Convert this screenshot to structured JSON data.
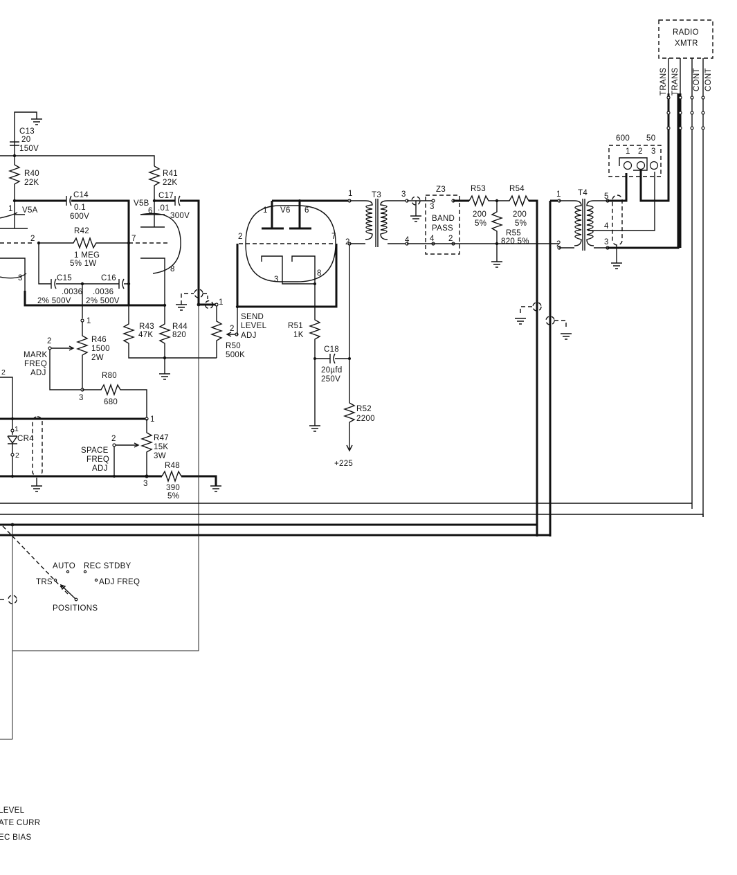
{
  "title": "Transmitter/keyer schematic (partial)",
  "components": {
    "c13": {
      "ref": "C13",
      "value": "20",
      "rating": "150V"
    },
    "r40": {
      "ref": "R40",
      "value": "22K"
    },
    "r41": {
      "ref": "R41",
      "value": "22K"
    },
    "c14": {
      "ref": "C14",
      "value": "0.1",
      "rating": "600V"
    },
    "c17": {
      "ref": "C17",
      "value": ".01",
      "rating": "300V"
    },
    "v5a": {
      "ref": "V5A",
      "pin1": "1",
      "pin2": "2",
      "pin3": "3"
    },
    "v5b": {
      "ref": "V5B",
      "pin6": "6",
      "pin7": "7",
      "pin8": "8"
    },
    "r42": {
      "ref": "R42",
      "value": "1 MEG",
      "rating": "5%   1W"
    },
    "c15": {
      "ref": "C15",
      "value": ".0036",
      "rating": "2%  500V"
    },
    "c16": {
      "ref": "C16",
      "value": ".0036",
      "rating": "2%  500V"
    },
    "r43": {
      "ref": "R43",
      "value": "47K"
    },
    "r44": {
      "ref": "R44",
      "value": "820"
    },
    "r46": {
      "ref": "R46",
      "value": "1500",
      "rating": "2W",
      "pin1": "1",
      "pin2": "2",
      "pin3": "3"
    },
    "mark_adj": {
      "line1": "MARK",
      "line2": "FREQ",
      "line3": "ADJ"
    },
    "r80": {
      "ref": "R80",
      "value": "680"
    },
    "r47": {
      "ref": "R47",
      "value": "15K",
      "rating": "3W",
      "pin1": "1",
      "pin2": "2",
      "pin3": "3"
    },
    "space_adj": {
      "line1": "SPACE",
      "line2": "FREQ",
      "line3": "ADJ"
    },
    "r48": {
      "ref": "R48",
      "value": "390",
      "rating": "5%"
    },
    "cr4": {
      "ref": "CR4",
      "pin1": "1",
      "pin2": "2"
    },
    "left_pin": "2",
    "r50": {
      "ref": "R50",
      "value": "500K",
      "pin1": "1",
      "pin2": "2"
    },
    "send_adj": {
      "line1": "SEND",
      "line2": "LEVEL",
      "line3": "ADJ"
    },
    "v6": {
      "ref": "V6",
      "pin1": "1",
      "pin2": "2",
      "pin3": "3",
      "pin6": "6",
      "pin7": "7",
      "pin8": "8"
    },
    "r51": {
      "ref": "R51",
      "value": "1K"
    },
    "c18": {
      "ref": "C18",
      "value": "20µfd",
      "rating": "250V"
    },
    "r52": {
      "ref": "R52",
      "value": "2200"
    },
    "supply": "+225",
    "t3": {
      "ref": "T3",
      "pin1": "1",
      "pin2": "2",
      "pin3": "3",
      "pin4": "4"
    },
    "z3": {
      "ref": "Z3",
      "line1": "BAND",
      "line2": "PASS",
      "pin3": "3",
      "pin4": "4",
      "pin2": "2"
    },
    "r53": {
      "ref": "R53",
      "value": "200",
      "rating": "5%"
    },
    "r54": {
      "ref": "R54",
      "value": "200",
      "rating": "5%"
    },
    "r55": {
      "ref": "R55",
      "value": "820  5%"
    },
    "t4": {
      "ref": "T4",
      "pin1": "1",
      "pin2": "2",
      "pin3": "3",
      "pin4": "4",
      "pin5": "5"
    },
    "imp_switch": {
      "label600": "600",
      "label50": "50",
      "pin1": "1",
      "pin2": "2",
      "pin3": "3"
    },
    "radio": {
      "line1": "RADIO",
      "line2": "XMTR",
      "leads": [
        "TRANS",
        "TRANS",
        "CONT",
        "CONT"
      ]
    }
  },
  "switch_positions": {
    "auto": "AUTO",
    "recstdby": "REC STDBY",
    "trs": "TRS",
    "adjfreq": "ADJ FREQ",
    "caption": "POSITIONS"
  },
  "meter_legend": [
    "LEVEL",
    "ATE CURR",
    "EC  BIAS"
  ]
}
